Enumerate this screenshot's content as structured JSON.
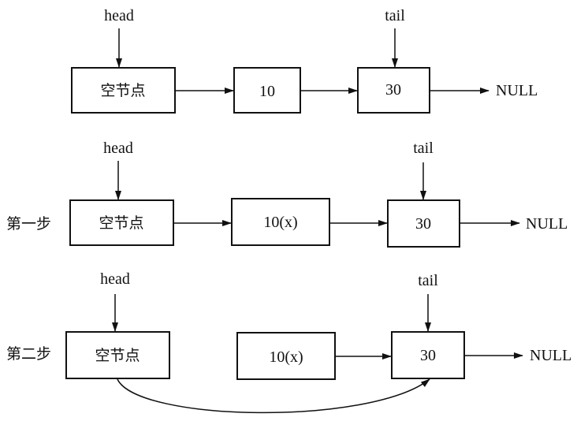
{
  "labels": {
    "head": "head",
    "tail": "tail",
    "null": "NULL"
  },
  "rows": [
    {
      "step_label": "",
      "nodes": [
        "空节点",
        "10",
        "30"
      ]
    },
    {
      "step_label": "第一步",
      "nodes": [
        "空节点",
        "10(x)",
        "30"
      ]
    },
    {
      "step_label": "第二步",
      "nodes": [
        "空节点",
        "10(x)",
        "30"
      ]
    }
  ]
}
